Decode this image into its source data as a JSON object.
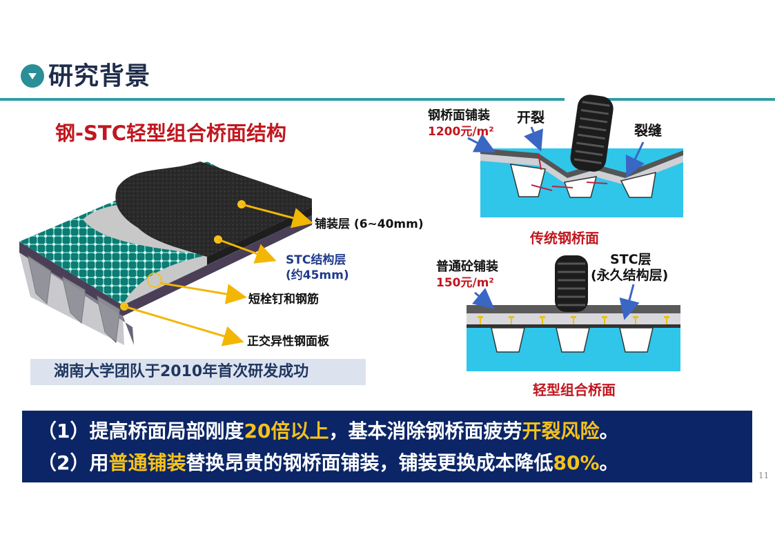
{
  "header": {
    "title": "研究背景",
    "bullet_icon": "down-triangle-icon"
  },
  "left": {
    "title": "钢-STC轻型组合桥面结构",
    "labels": {
      "paving": "铺装层 (6~40mm)",
      "stc": "STC结构层",
      "stc_thickness": "(约45mm)",
      "studs": "短栓钉和钢筋",
      "deck": "正交异性钢面板"
    },
    "band": "湖南大学团队于2010年首次研发成功"
  },
  "right_top": {
    "paving_label": "钢桥面铺装",
    "paving_cost": "1200元/m²",
    "crack_label": "开裂",
    "crevice_label": "裂缝",
    "caption": "传统钢桥面"
  },
  "right_bottom": {
    "paving_label": "普通砼铺装",
    "paving_cost": "150元/m²",
    "stc_label": "STC层",
    "stc_sub": "(永久结构层)",
    "caption": "轻型组合桥面"
  },
  "banner": {
    "line1": {
      "a": "（1）提高桥面局部刚度",
      "b": "20倍以上",
      "c": "，基本消除钢桥面疲劳",
      "d": "开裂风险",
      "e": "。"
    },
    "line2": {
      "a": "（2）用",
      "b": "普通铺装",
      "c": "替换昂贵的钢桥面铺装，铺装更换成本降低",
      "d": "80%",
      "e": "。"
    }
  },
  "page_number": "11",
  "colors": {
    "teal": "#2f9ea5",
    "navy": "#0b2566",
    "red": "#c0171f",
    "gold": "#f6c21a",
    "cyan": "#2fc6ea"
  }
}
